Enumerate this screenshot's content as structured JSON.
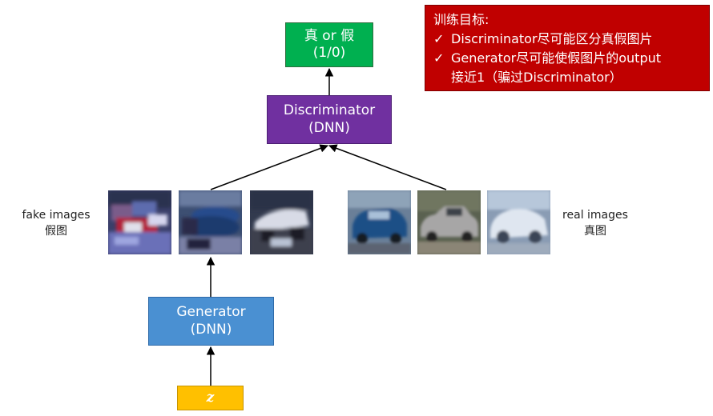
{
  "output_node": {
    "line1": "真 or 假",
    "line2": "(1/0)"
  },
  "discriminator": {
    "line1": "Discriminator",
    "line2": "(DNN)"
  },
  "generator": {
    "line1": "Generator",
    "line2": "(DNN)"
  },
  "noise": {
    "label": "z"
  },
  "fake_images": {
    "label_en": "fake images",
    "label_zh": "假图",
    "count": 3
  },
  "real_images": {
    "label_en": "real images",
    "label_zh": "真图",
    "count": 3
  },
  "training_goal": {
    "title": "训练目标:",
    "items": [
      {
        "check": "✓",
        "text": "Discriminator尽可能区分真假图片"
      },
      {
        "check": "✓",
        "text": "Generator尽可能使假图片的output",
        "continuation": "接近1（骗过Discriminator）"
      }
    ]
  },
  "colors": {
    "output_node": "#00b050",
    "discriminator": "#7030a0",
    "generator": "#4a90d2",
    "noise": "#ffc000",
    "goal_box": "#c00000"
  }
}
